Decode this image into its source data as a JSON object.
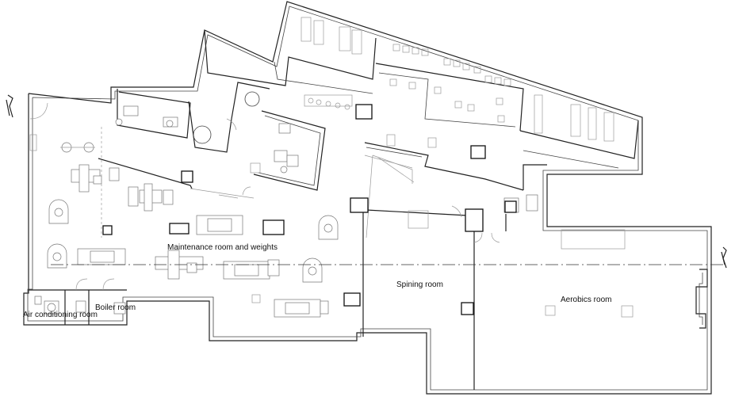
{
  "rooms": {
    "maintenance": "Maintenance room and weights",
    "spinning": "Spining room",
    "aerobics": "Aerobics room",
    "boiler": "Boiler room",
    "air_conditioning": "Air conditioning room"
  },
  "colors": {
    "wall": "#222222",
    "furniture": "#777777",
    "background": "#ffffff"
  }
}
